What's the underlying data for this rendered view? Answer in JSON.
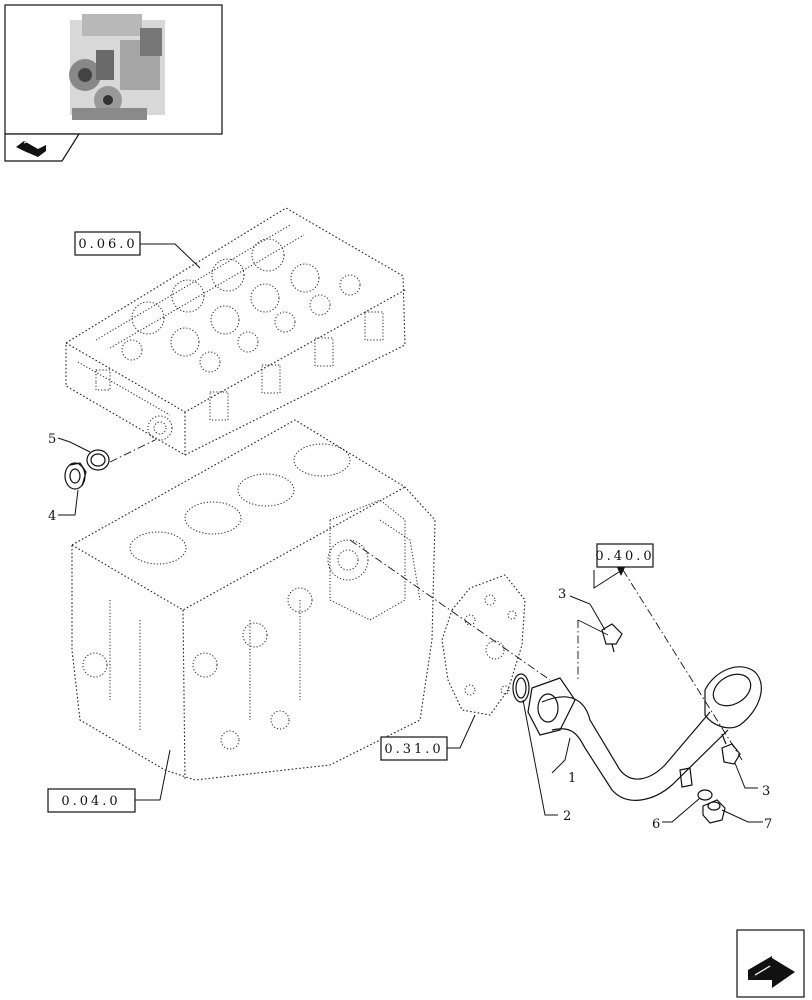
{
  "diagram": {
    "reference_labels": {
      "cylinder_head": "0.06.0",
      "crankcase": "0.04.0",
      "front_cover": "0.31.0",
      "related_group": "0.40.0"
    },
    "callouts": {
      "item_1": "1",
      "item_2": "2",
      "item_3_bolt_upper": "3",
      "item_3_bolt_lower": "3",
      "item_4": "4",
      "item_5": "5",
      "item_6": "6",
      "item_7": "7"
    },
    "icons": {
      "thumbnail": "engine-thumbnail-icon",
      "section": "section-tab-icon",
      "navigate": "next-page-arrow-icon"
    }
  }
}
